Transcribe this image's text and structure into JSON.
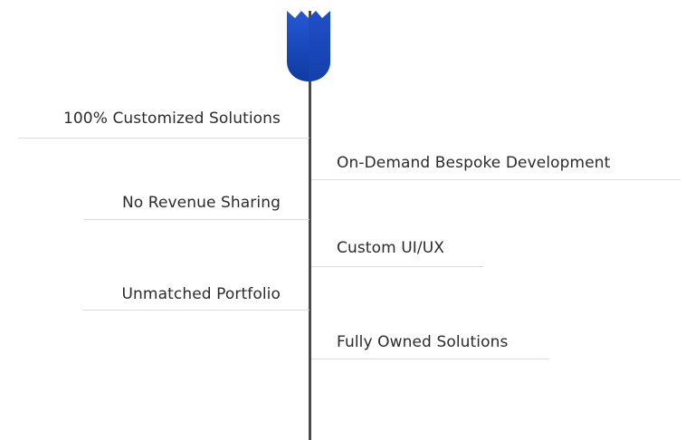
{
  "features": {
    "left": [
      {
        "label": "100% Customized Solutions"
      },
      {
        "label": "No Revenue Sharing"
      },
      {
        "label": "Unmatched Portfolio"
      }
    ],
    "right": [
      {
        "label": "On-Demand Bespoke Development"
      },
      {
        "label": "Custom UI/UX"
      },
      {
        "label": "Fully Owned Solutions"
      }
    ]
  },
  "colors": {
    "banner_top": "#1a4fc4",
    "banner_bottom": "#0f3aa0",
    "axis": "#4a4a4a",
    "text": "#2b2b2b",
    "rule": "#dcdcdc"
  },
  "icons": {
    "banner": "shield-banner-icon"
  }
}
